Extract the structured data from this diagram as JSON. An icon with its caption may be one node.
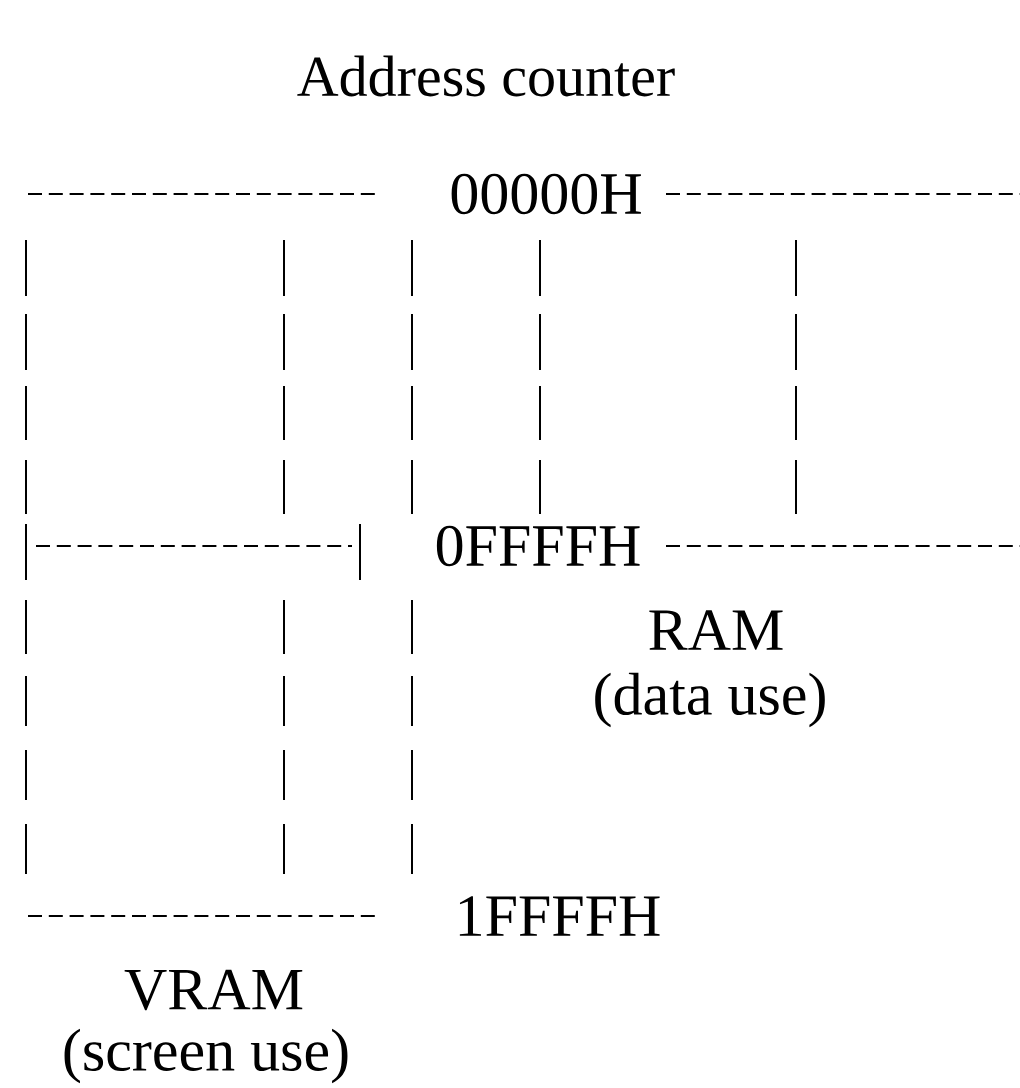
{
  "diagram": {
    "title": "Address counter",
    "labels": [
      "00000H",
      "0FFFFH",
      "RAM",
      "(data use)",
      "1FFFFH",
      "VRAM",
      "(screen use)"
    ]
  }
}
